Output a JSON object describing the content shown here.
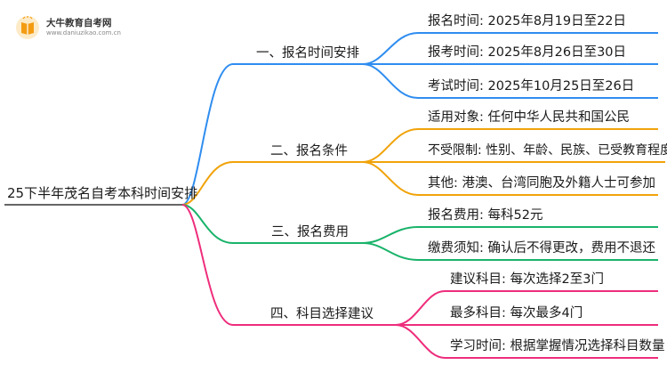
{
  "logo": {
    "name": "大牛教育自考网",
    "url": "www.daniuzikao.com.cn"
  },
  "root": "25下半年茂名自考本科时间安排",
  "colors": {
    "branch1": "#2f8df0",
    "branch2": "#f0a30a",
    "branch3": "#19b36a",
    "branch4": "#ee2d7c"
  },
  "branches": [
    {
      "label": "一、报名时间安排",
      "leaves": [
        "报名时间: 2025年8月19日至22日",
        "报考时间: 2025年8月26日至30日",
        "考试时间: 2025年10月25日至26日"
      ]
    },
    {
      "label": "二、报名条件",
      "leaves": [
        "适用对象: 任何中华人民共和国公民",
        "不受限制: 性别、年龄、民族、已受教育程度",
        "其他: 港澳、台湾同胞及外籍人士可参加"
      ]
    },
    {
      "label": "三、报名费用",
      "leaves": [
        "报名费用: 每科52元",
        "缴费须知: 确认后不得更改，费用不退还"
      ]
    },
    {
      "label": "四、科目选择建议",
      "leaves": [
        "建议科目: 每次选择2至3门",
        "最多科目: 每次最多4门",
        "学习时间: 根据掌握情况选择科目数量"
      ]
    }
  ]
}
